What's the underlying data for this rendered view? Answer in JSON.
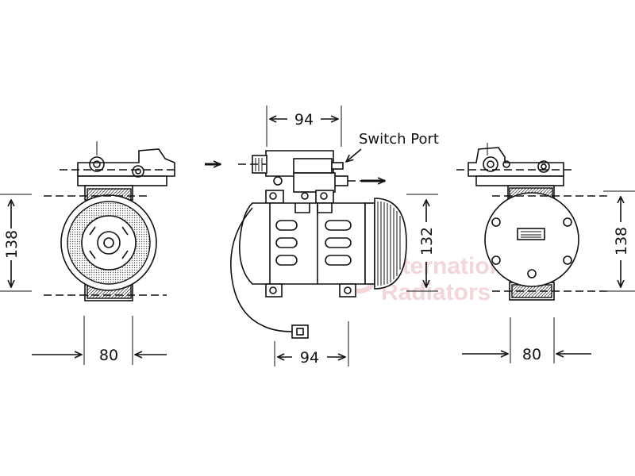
{
  "dimensions": {
    "left_height": "138",
    "left_width": "80",
    "center_top_width": "94",
    "center_bottom_width": "94",
    "center_height": "132",
    "right_height": "138",
    "right_width": "80"
  },
  "labels": {
    "switch_port": "Switch Port"
  },
  "watermark": {
    "line1": "International",
    "line2": "Radiators"
  },
  "icons": {
    "arrow": "arrow-right-icon"
  }
}
